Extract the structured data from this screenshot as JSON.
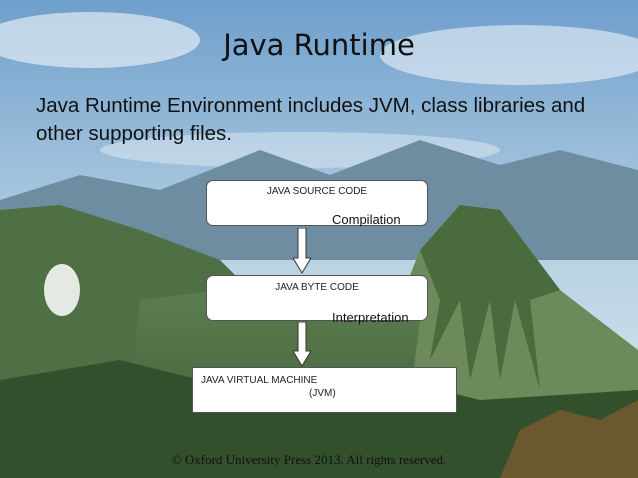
{
  "slide": {
    "title": "Java Runtime",
    "subtitle": "Java Runtime Environment includes JVM, class libraries and other supporting files.",
    "footer": "© Oxford University Press 2013. All rights reserved."
  },
  "diagram": {
    "boxes": [
      {
        "label": "JAVA SOURCE CODE"
      },
      {
        "label": "JAVA BYTE CODE"
      },
      {
        "label": "JAVA VIRTUAL MACHINE",
        "sublabel": "(JVM)"
      }
    ],
    "steps": [
      {
        "label": "Compilation"
      },
      {
        "label": "Interpretation"
      }
    ]
  },
  "colors": {
    "sky_top": "#6f9fcc",
    "sky_bottom": "#d7e6ee",
    "mountain_far": "#6f8da0",
    "mountain_green": "#3f6a3c",
    "mountain_light": "#7d9a6c",
    "arrow_fill": "#ffffff",
    "arrow_stroke": "#333333"
  }
}
